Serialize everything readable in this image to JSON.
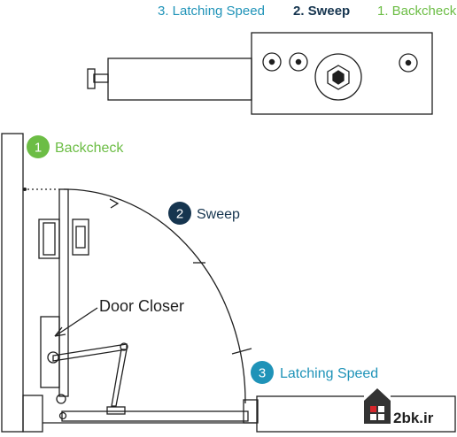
{
  "colors": {
    "ink": "#1f1f1f",
    "green": "#6cbd45",
    "teal": "#1f93b8",
    "navy": "#16354f",
    "red": "#d7262b",
    "dark_badge": "#333333"
  },
  "top_labels": {
    "latching": "3. Latching Speed",
    "sweep": "2. Sweep",
    "backcheck": "1. Backcheck"
  },
  "callouts": {
    "backcheck": {
      "num": "1",
      "text": "Backcheck"
    },
    "sweep": {
      "num": "2",
      "text": "Sweep"
    },
    "latching": {
      "num": "3",
      "text": "Latching Speed"
    }
  },
  "door_closer_label": "Door Closer",
  "watermark": "2bk.ir",
  "icons": [
    "hex-adjuster-icon",
    "valve-screw-icon",
    "logo-house-icon"
  ]
}
